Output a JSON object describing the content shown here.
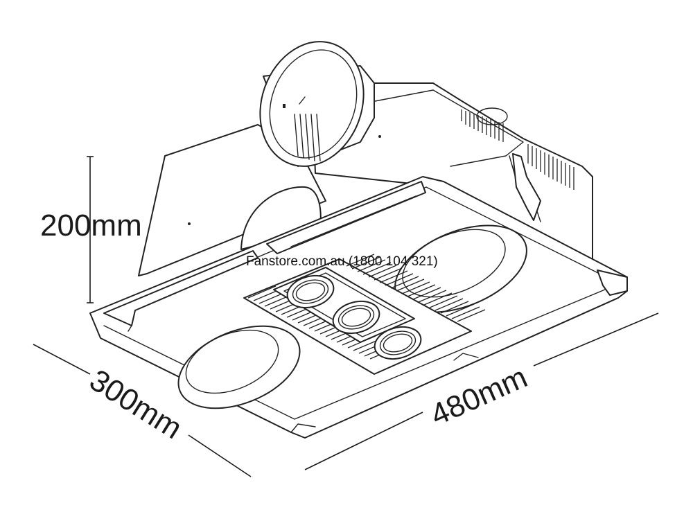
{
  "dimensions": {
    "height_label": "200mm",
    "depth_label": "300mm",
    "width_label": "480mm"
  },
  "watermark": "Fanstore.com.au (1800 104 321)",
  "colors": {
    "line": "#222222",
    "background": "#ffffff"
  }
}
